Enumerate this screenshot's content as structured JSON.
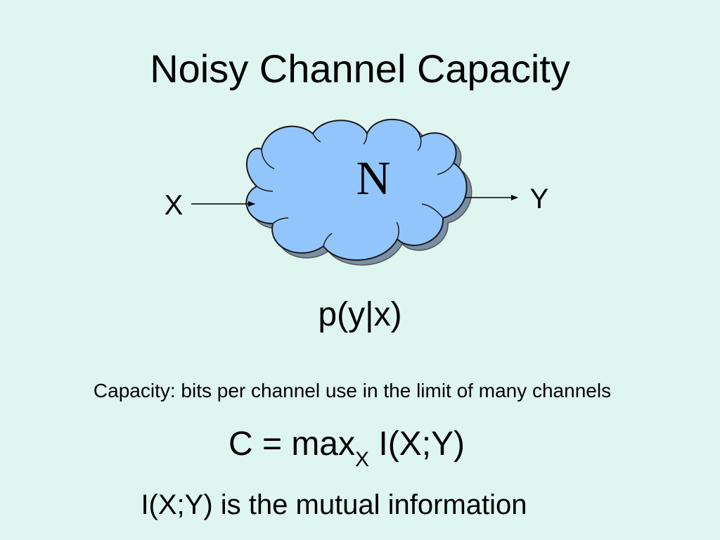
{
  "slide": {
    "title": "Noisy Channel Capacity",
    "diagram": {
      "input_label": "X",
      "output_label": "Y",
      "channel_label": "N",
      "cloud_fill": "#93c5fd",
      "cloud_shadow": "#7a8fa6"
    },
    "probability": "p(y|x)",
    "caption": "Capacity: bits per channel use in the limit of many channels",
    "formula": {
      "prefix": "C = max",
      "subscript": "X",
      "suffix": " I(X;Y)"
    },
    "definition": "I(X;Y) is the mutual information"
  }
}
